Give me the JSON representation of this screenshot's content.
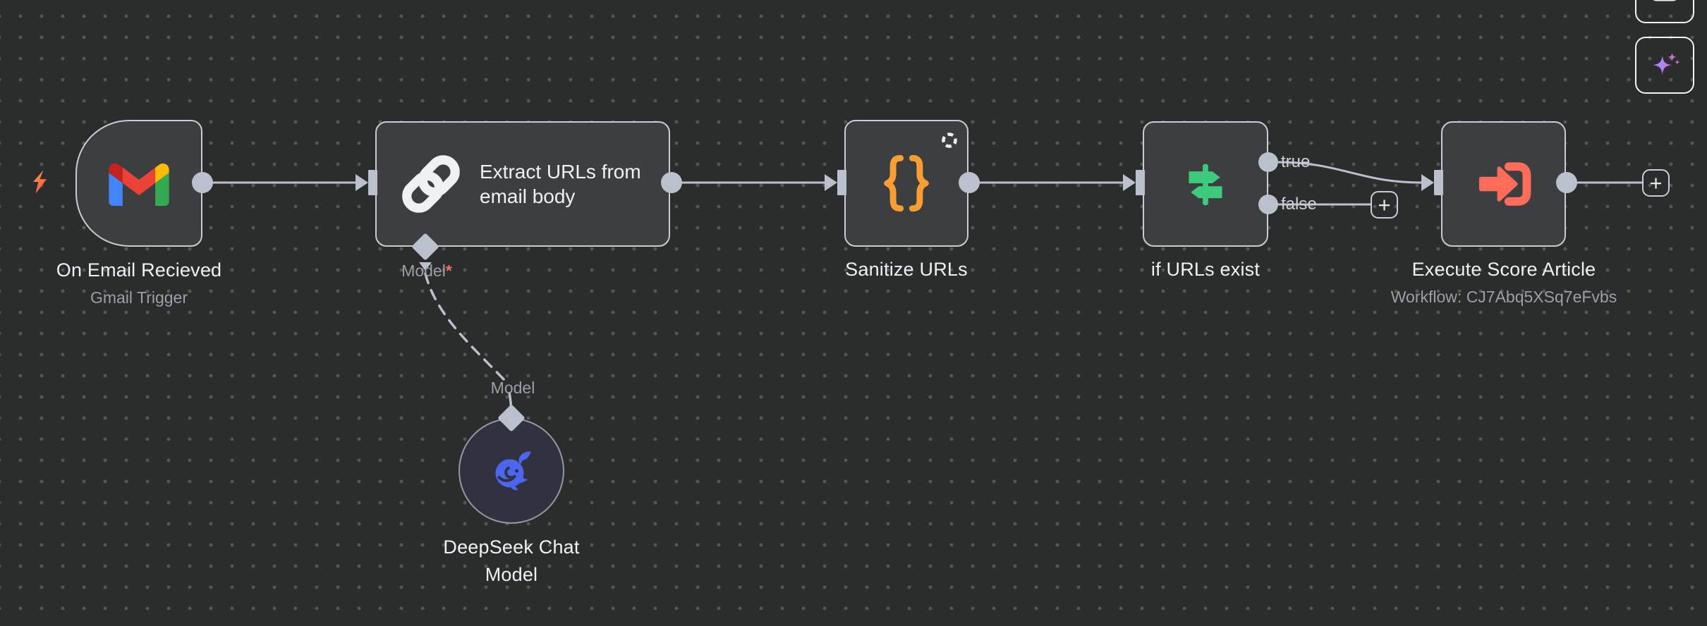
{
  "nodes": {
    "gmail": {
      "title": "On Email Recieved",
      "subtitle": "Gmail Trigger"
    },
    "extract": {
      "title": "Extract URLs from email body",
      "model_label": "Model",
      "model_required_mark": "*"
    },
    "deepseek": {
      "title": "DeepSeek Chat Model",
      "port_label": "Model"
    },
    "sanitize": {
      "title": "Sanitize URLs"
    },
    "if": {
      "title": "if URLs exist",
      "true_label": "true",
      "false_label": "false"
    },
    "execute": {
      "title": "Execute Score Article",
      "subtitle": "Workflow: CJ7Abq5XSq7eFvbs"
    }
  },
  "ui": {
    "plus": "+"
  },
  "colors": {
    "canvas_bg": "#2b2c2c",
    "grid_dot": "#575757",
    "node_fill": "#3d3e40",
    "node_border": "#c8cdd6",
    "connector": "#bac1cc",
    "label": "#f0f1f4",
    "sublabel": "#9aa0a8",
    "port_label": "#ccd0d6",
    "required_mark": "#ff6d5a",
    "deepseek_fill": "#313240",
    "deepseek_border": "#939aa4",
    "deepseek_blue": "#4d66f0",
    "braces_orange": "#f89e33",
    "signpost_green": "#3ccb7c",
    "execute_coral": "#ff6d5a",
    "bolt_1": "#ff9d57",
    "bolt_2": "#ef4f31",
    "sparkle_purple": "#a78bfa",
    "sparkle_magenta": "#c96bd6",
    "corner_btn_border": "#f2f3f5",
    "white_icon": "#f0f1f3"
  }
}
